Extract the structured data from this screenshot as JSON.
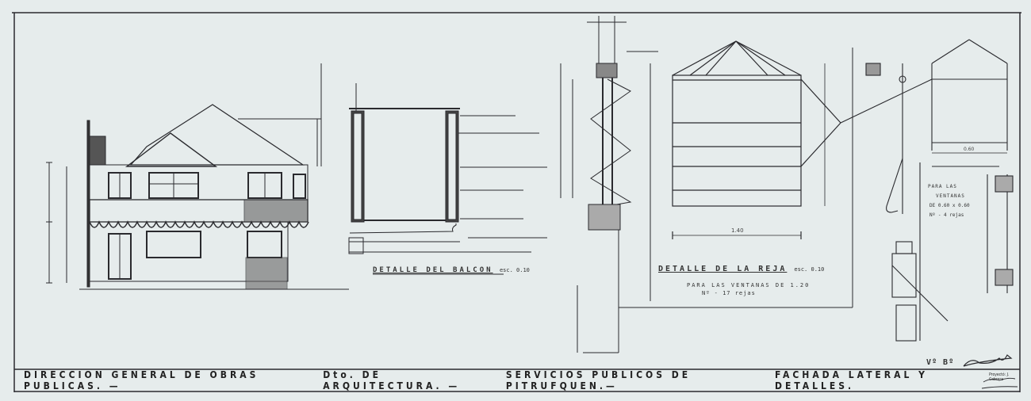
{
  "title_block": {
    "part1": "DIRECCION GENERAL DE OBRAS PUBLICAS. —",
    "part2": "Dto. DE ARQUITECTURA. —",
    "part3": "SERVICIOS PUBLICOS DE PITRUFQUEN.—",
    "part4": "FACHADA LATERAL Y DETALLES.",
    "approval": "Vº Bº",
    "dibujante": "Proyectó: J. Cabrera"
  },
  "details": {
    "balcon_title": "DETALLE DEL BALCON",
    "balcon_scale": "esc. 0.10",
    "reja_title": "DETALLE DE LA REJA",
    "reja_scale": "esc. 0.10",
    "reja_sub1": "PARA LAS VENTANAS DE 1.20",
    "reja_sub2": "Nº - 17 rejas",
    "reja_small_1": "PARA LAS",
    "reja_small_2": "VENTANAS",
    "reja_small_3": "DE 0.60 x 0.60",
    "reja_small_4": "Nº - 4 rejas"
  },
  "dimensions": {
    "reja_width": "1.40",
    "reja_small_width": "0.60"
  }
}
